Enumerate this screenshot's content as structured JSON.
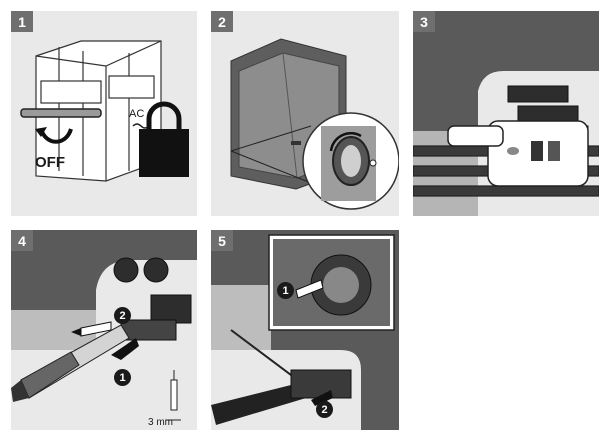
{
  "panels": [
    {
      "number": "1",
      "labels": {
        "ac": "AC",
        "off": "OFF"
      }
    },
    {
      "number": "2"
    },
    {
      "number": "3"
    },
    {
      "number": "4",
      "markers": [
        "2",
        "1"
      ],
      "dimension": "3 mm"
    },
    {
      "number": "5",
      "markers": [
        "1",
        "2"
      ]
    }
  ],
  "colors": {
    "panel_bg": "#e9e9e9",
    "badge_bg": "#6f6f6f",
    "dark": "#1a1a1a",
    "housing": "#5a5a5a"
  }
}
